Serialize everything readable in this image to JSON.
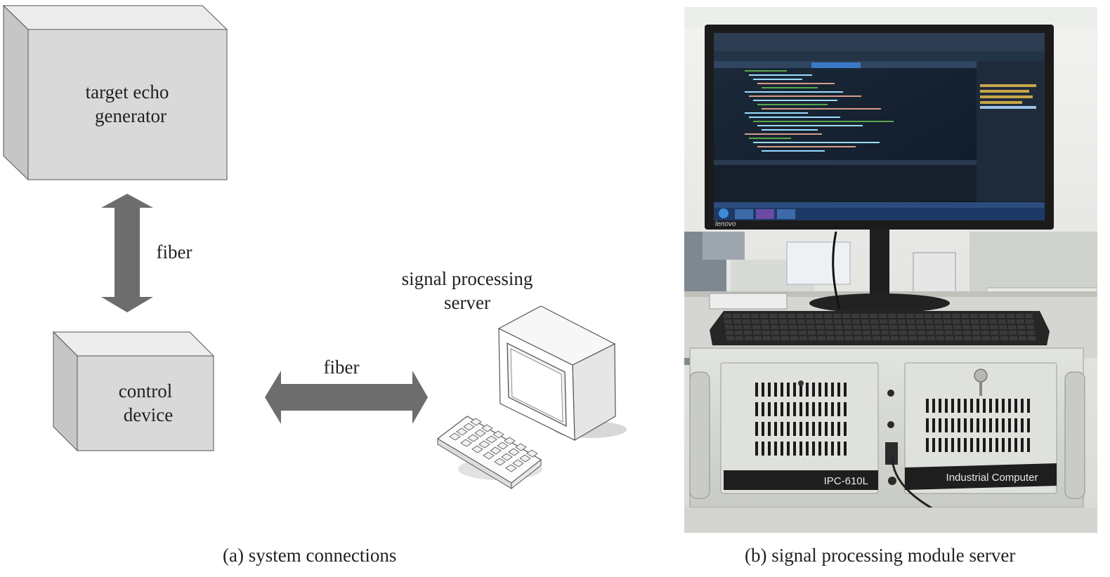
{
  "panel_a": {
    "caption": "(a) system connections",
    "target_box_label": [
      "target echo",
      "generator"
    ],
    "control_box_label": [
      "control",
      "device"
    ],
    "fiber_vertical_label": "fiber",
    "fiber_horizontal_label": "fiber",
    "server_label": [
      "signal processing",
      "server"
    ]
  },
  "panel_b": {
    "caption": "(b) signal processing module server",
    "monitor_brand": "lenovo",
    "chassis_left_label": "IPC-610L",
    "chassis_right_label": "Industrial Computer"
  },
  "colors": {
    "box_front": "#d9d9d9",
    "box_side": "#c6c6c6",
    "box_top": "#ececec",
    "arrow": "#6d6d6d",
    "chassis": "#d7dad5"
  }
}
